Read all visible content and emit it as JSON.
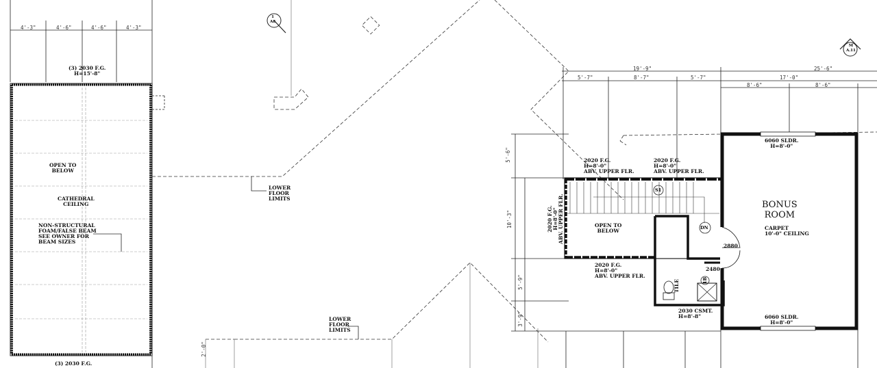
{
  "dimensions": {
    "left_top": [
      "4'-3\"",
      "4'-6\"",
      "4'-6\"",
      "4'-3\""
    ],
    "right_overall_a": "19'-9\"",
    "right_overall_b": "25'-6\"",
    "right_sub_a": [
      "5'-7\"",
      "8'-7\"",
      "5'-7\""
    ],
    "right_sub_b": "17'-0\"",
    "right_sub_c": [
      "8'-6\"",
      "8'-6\""
    ],
    "left_vertical": [
      "5'-6\"",
      "10'-3\"",
      "5'-9\"",
      "3'-9\""
    ],
    "bottom_small": "2'-0\""
  },
  "labels": {
    "window_top_left": "(3) 2030 F.G.\nH=15'-8\"",
    "window_bottom_left": "(3) 2030 F.G.",
    "open_to_below_left": "OPEN TO\nBELOW",
    "cathedral": "CATHEDRAL\nCEILING",
    "false_beam": "NON-STRUCTURAL\nFOAM/FALSE BEAM\nSEE OWNER FOR\nBEAM SIZES",
    "lower_floor_1": "LOWER\nFLOOR\nLIMITS",
    "lower_floor_2": "LOWER\nFLOOR\nLIMITS",
    "win_2020_a": "2020 F.G.\nH=8'-0\"\nABV. UPPER FLR.",
    "win_2020_b": "2020 F.G.\nH=8'-0\"\nABV. UPPER FLR.",
    "win_2020_side": "2020 F.G.\nH=8'-0\"\nABV. UPPER FLR.",
    "win_2020_bottom": "2020 F.G.\nH=8'-0\"\nABV. UPPER FLR.",
    "open_to_below_right": "OPEN TO\nBELOW",
    "sldr_top": "6060 SLDR.\nH=8'-0\"",
    "sldr_bottom": "6060 SLDR.\nH=8'-0\"",
    "bonus_room": "BONUS\nROOM",
    "carpet": "CARPET\n10'-0\" CEILING",
    "door_2880": "2880",
    "door_2480": "2480",
    "tile": "TILE",
    "csmt": "2030 CSMT.\nH=8'-8\"",
    "stair_dn": "DN",
    "tag_s1": "S1",
    "tag_1b": "1B",
    "tag_section_top": "1\nA8",
    "tag_section_right": "M\nA.11"
  }
}
